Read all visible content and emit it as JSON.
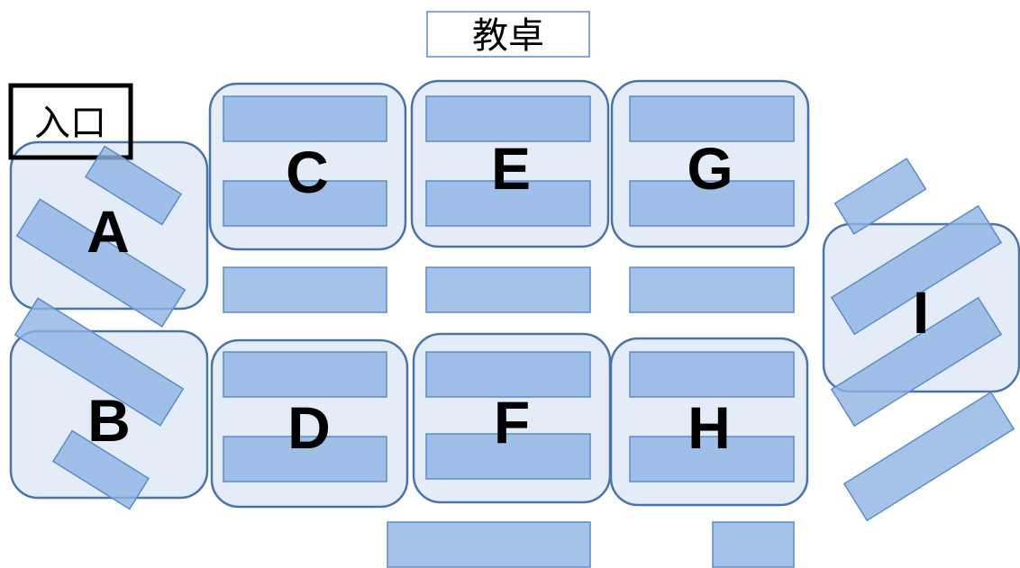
{
  "teacher_desk": {
    "label": "教卓"
  },
  "entrance": {
    "label": "入口"
  },
  "groups": [
    {
      "id": "A",
      "label": "A"
    },
    {
      "id": "B",
      "label": "B"
    },
    {
      "id": "C",
      "label": "C"
    },
    {
      "id": "D",
      "label": "D"
    },
    {
      "id": "E",
      "label": "E"
    },
    {
      "id": "F",
      "label": "F"
    },
    {
      "id": "G",
      "label": "G"
    },
    {
      "id": "H",
      "label": "H"
    },
    {
      "id": "I",
      "label": "I"
    }
  ],
  "colors": {
    "desk_fill": "#8fb4e3",
    "group_fill": "#dbe6f4",
    "group_border": "#4a73a8"
  }
}
